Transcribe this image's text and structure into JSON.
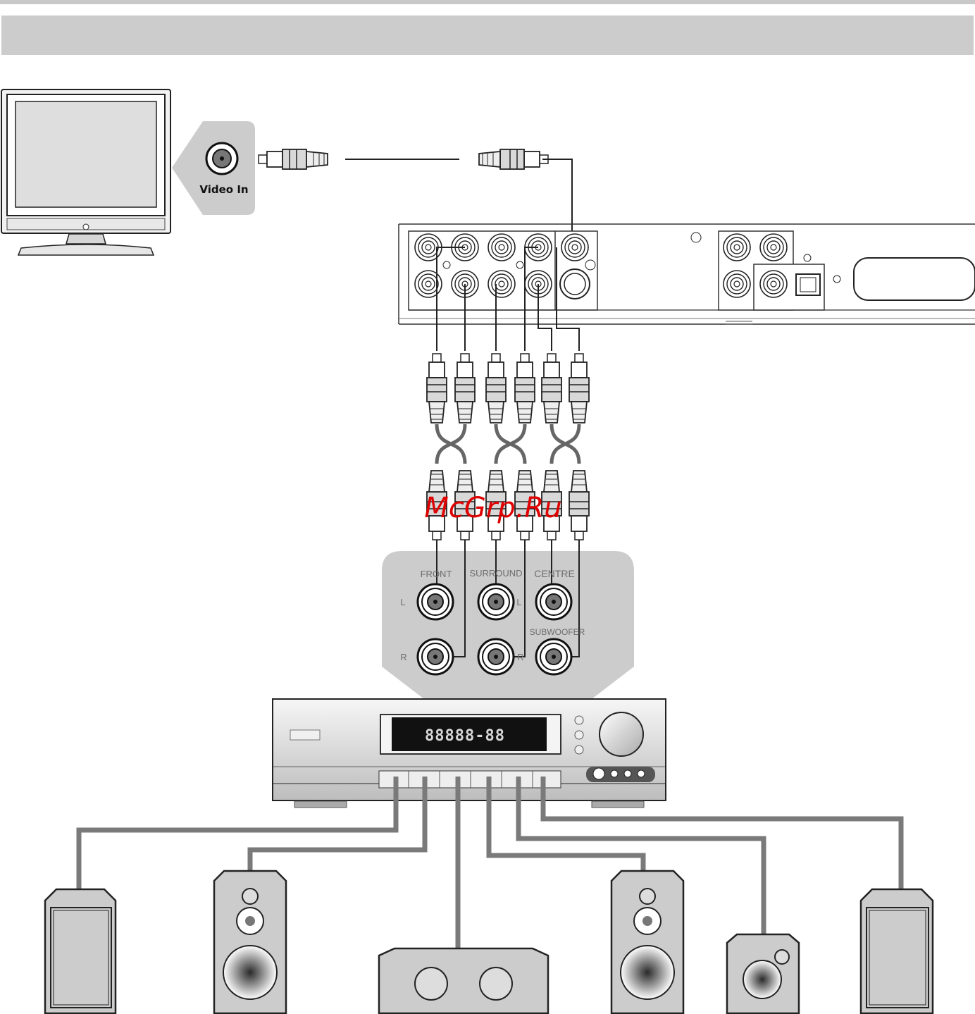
{
  "tv": {
    "port_label": "Video In"
  },
  "dvd_rear_panel": {
    "jack_rows": 2
  },
  "receiver_inputs": {
    "group_labels": {
      "front": "FRONT",
      "surround": "SURROUND",
      "centre": "CENTRE",
      "subwoofer": "SUBWOOFER"
    },
    "channel_labels": {
      "left": "L",
      "right": "R"
    }
  },
  "receiver": {
    "display_text": "88888-88"
  },
  "speakers": [
    "front-left",
    "surround-left",
    "centre",
    "surround-right",
    "subwoofer",
    "front-right"
  ],
  "watermark": "McGrp.Ru",
  "colors": {
    "panel_gray": "#cccccc",
    "top_bar": "#c9c9c9",
    "cable": "#7a7a7a",
    "dark": "#222222"
  }
}
